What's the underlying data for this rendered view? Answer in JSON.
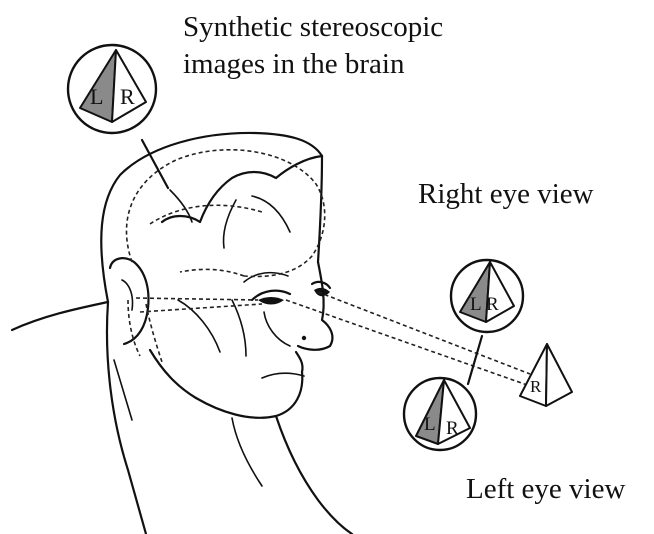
{
  "labels": {
    "brain_line1": "Synthetic stereoscopic",
    "brain_line2": "images in the brain",
    "right_eye": "Right eye view",
    "left_eye": "Left eye view"
  },
  "pyramid_faces": {
    "left": "L",
    "right": "R"
  }
}
